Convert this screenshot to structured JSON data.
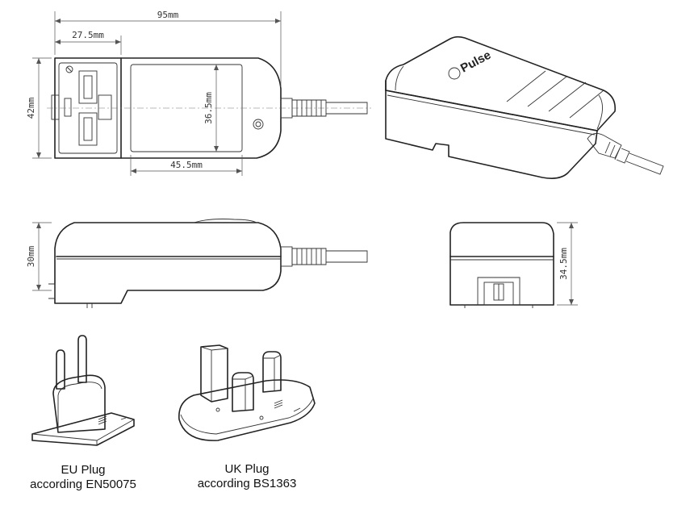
{
  "dimensions": {
    "overall_length": "95mm",
    "plug_section": "27.5mm",
    "height_top": "42mm",
    "label_height": "36.5mm",
    "label_width": "45.5mm",
    "side_height": "30mm",
    "end_height": "34.5mm"
  },
  "brand": {
    "logo_text": "Pulse"
  },
  "captions": {
    "eu_line1": "EU Plug",
    "eu_line2": "according EN50075",
    "uk_line1": "UK Plug",
    "uk_line2": "according BS1363"
  }
}
